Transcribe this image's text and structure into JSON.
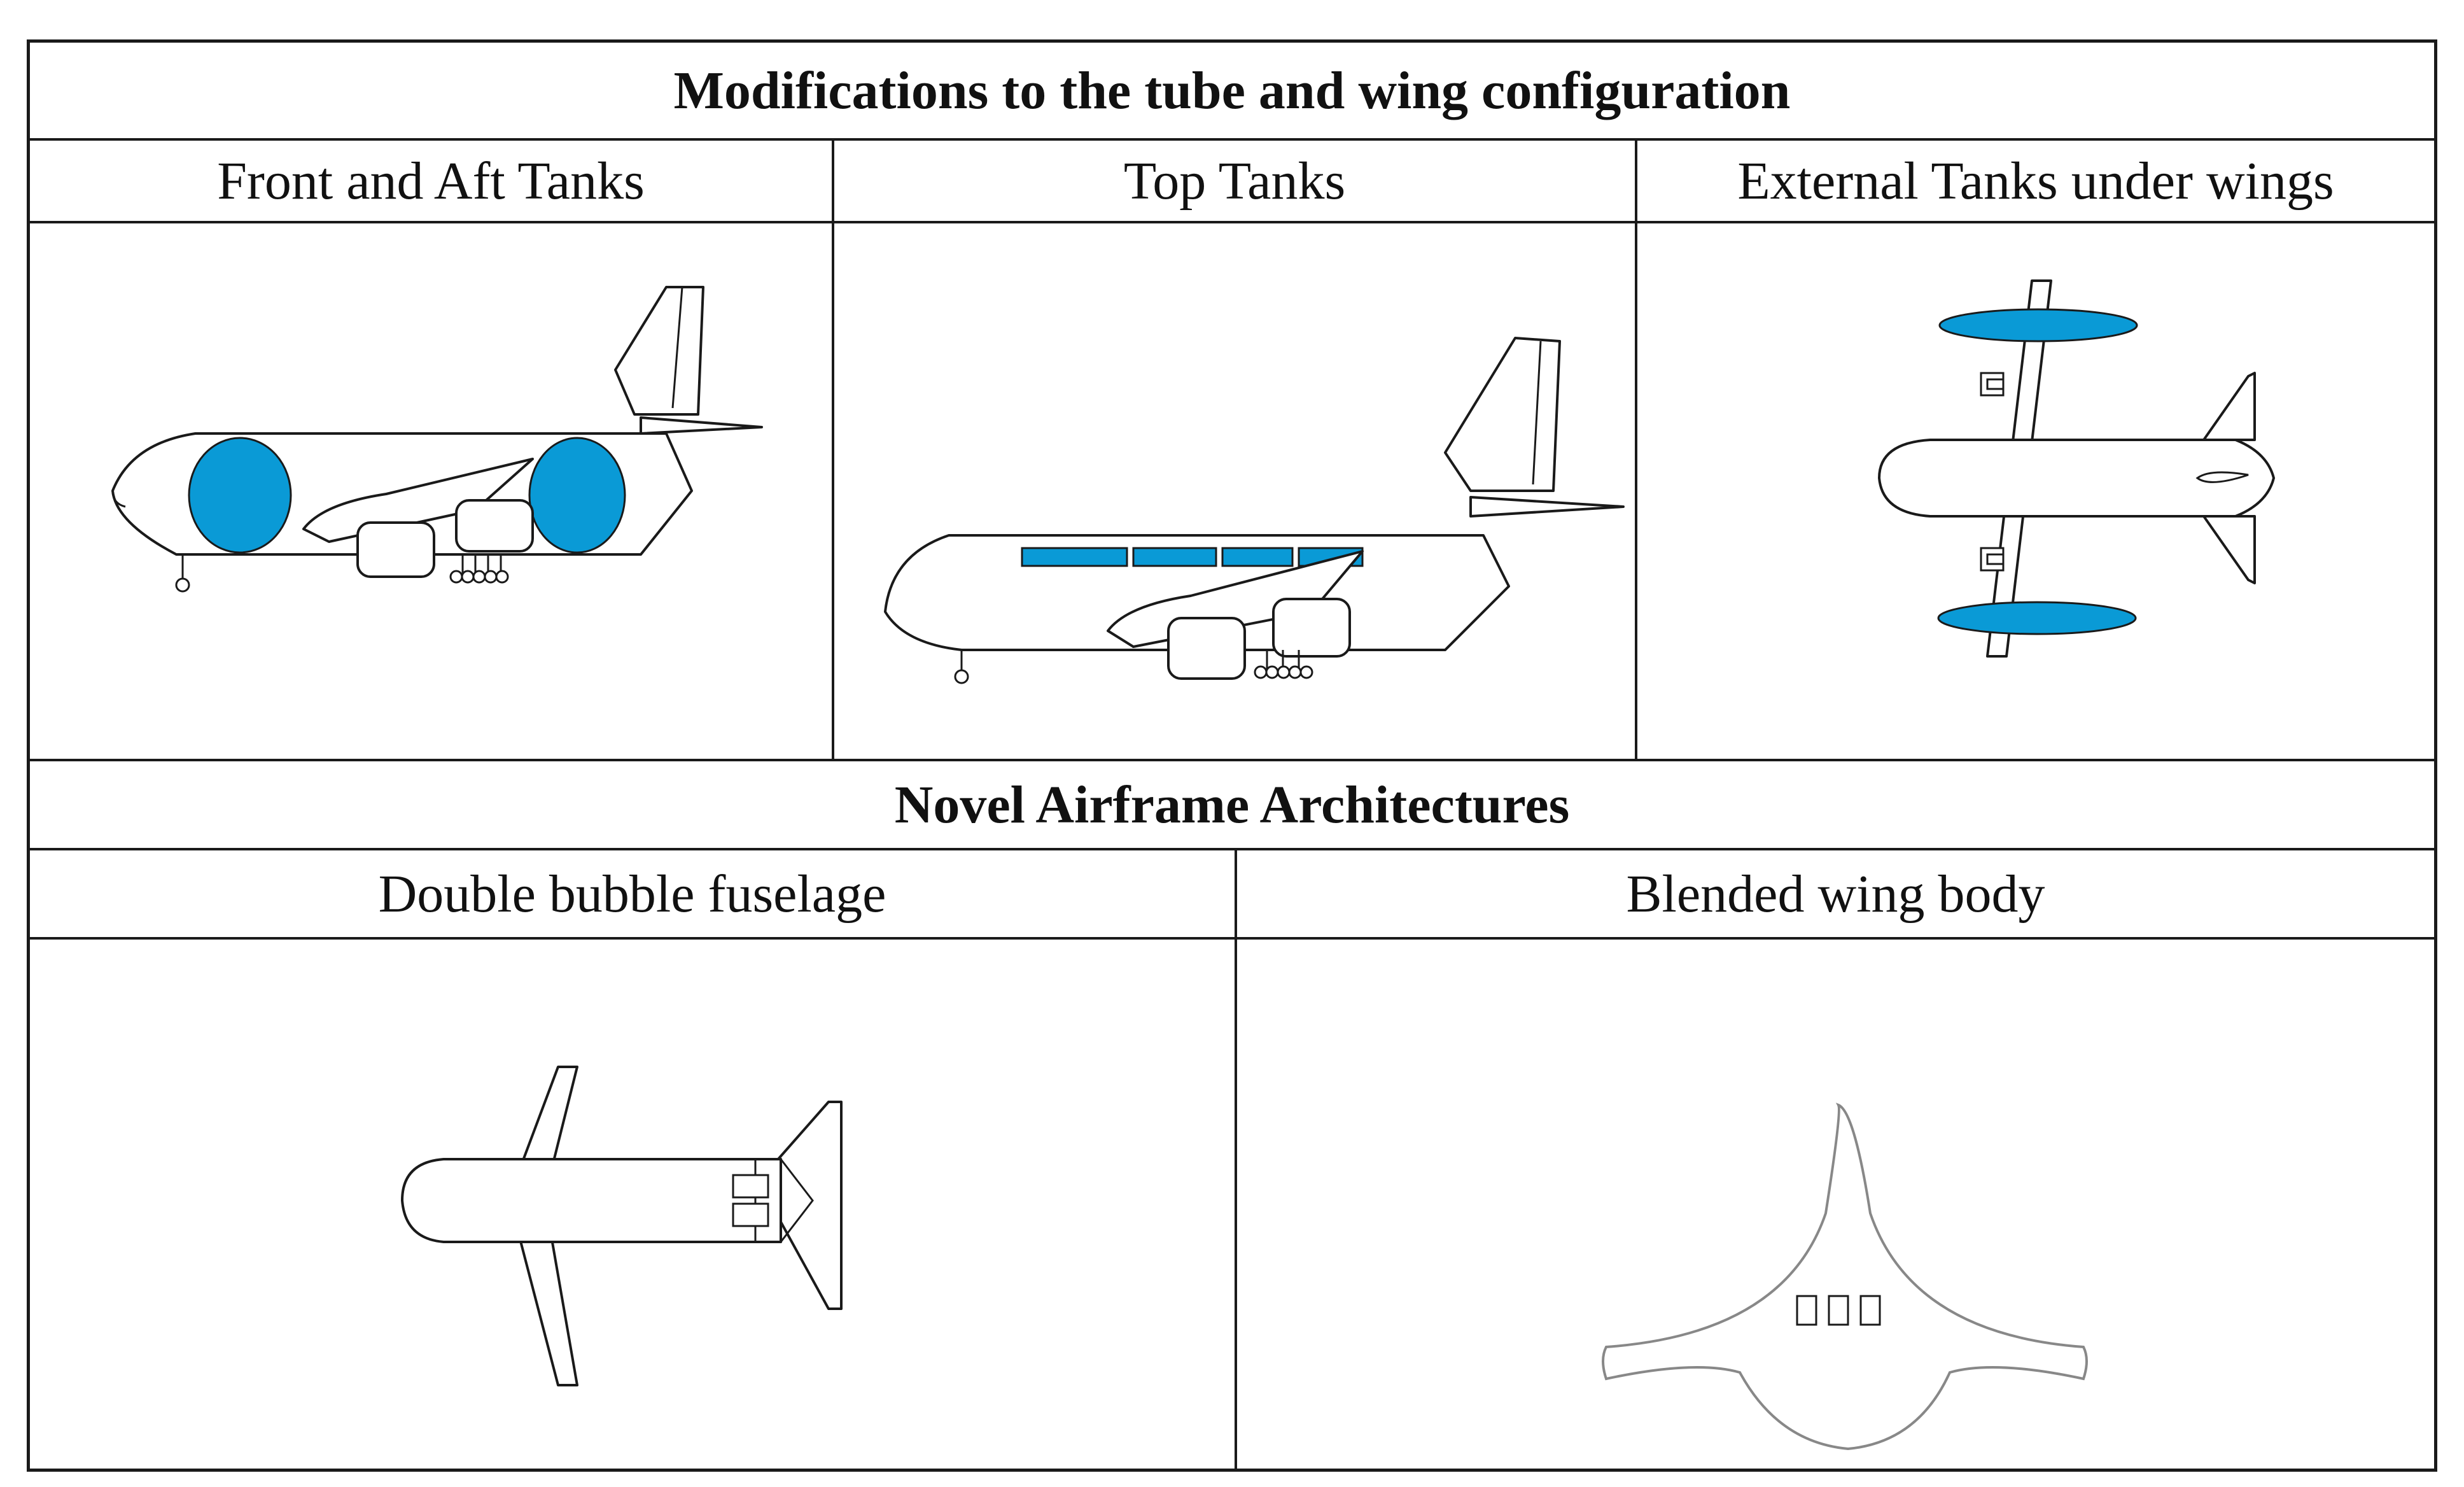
{
  "table": {
    "section1_title": "Modifications to the tube and wing configuration",
    "section1_columns": [
      "Front and Aft Tanks",
      "Top Tanks",
      "External Tanks under wings"
    ],
    "section2_title": "Novel Airframe Architectures",
    "section2_columns": [
      "Double bubble fuselage",
      "Blended wing body"
    ]
  },
  "colors": {
    "tank_fill": "#0a9ad6",
    "outline": "#1a1a1a"
  }
}
